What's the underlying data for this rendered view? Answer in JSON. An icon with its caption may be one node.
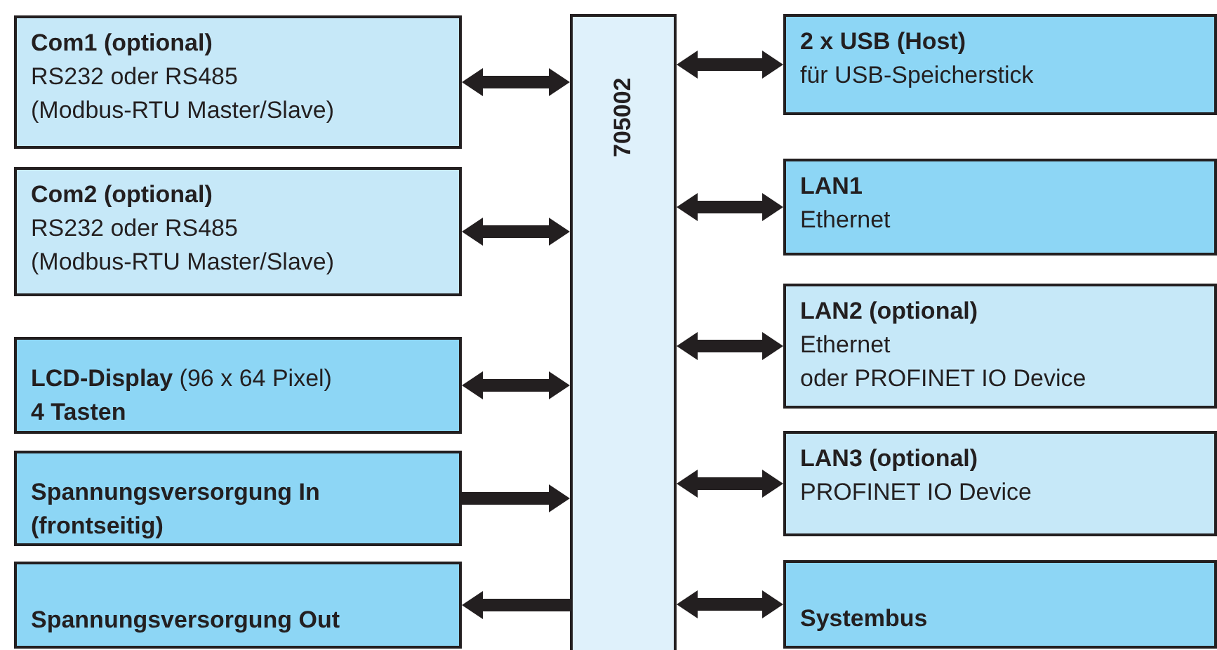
{
  "diagram": {
    "nodes": [
      {
        "text": [
          "705002"
        ]
      },
      {
        "text": [
          "Com1 (optional)",
          "RS232 oder RS485",
          "(Modbus-RTU Master/Slave)"
        ]
      },
      {
        "text": [
          "Com2 (optional)",
          "RS232 oder RS485",
          "(Modbus-RTU Master/Slave)"
        ]
      },
      {
        "text": [
          "**LCD-Display** (96 x 64 Pixel)",
          "4 Tasten"
        ]
      },
      {
        "text": [
          "Spannungsversorgung In (frontseitig)"
        ]
      },
      {
        "text": [
          "Spannungsversorgung Out"
        ]
      },
      {
        "text": [
          "2 x USB (Host)",
          "für USB-Speicherstick"
        ]
      },
      {
        "text": [
          "LAN1",
          "Ethernet"
        ]
      },
      {
        "text": [
          "LAN2 (optional)",
          "Ethernet",
          "oder PROFINET IO Device"
        ]
      },
      {
        "text": [
          "LAN3 (optional)",
          "PROFINET IO Device"
        ]
      },
      {
        "text": [
          "Systembus"
        ]
      }
    ],
    "edges": [
      {
        "from": 1,
        "to": 0,
        "arrow": "both"
      },
      {
        "from": 2,
        "to": 0,
        "arrow": "both"
      },
      {
        "from": 3,
        "to": 0,
        "arrow": "both"
      },
      {
        "from": 4,
        "to": 0,
        "arrow": "to"
      },
      {
        "from": 0,
        "to": 5,
        "arrow": "to"
      },
      {
        "from": 0,
        "to": 6,
        "arrow": "both"
      },
      {
        "from": 0,
        "to": 7,
        "arrow": "both"
      },
      {
        "from": 0,
        "to": 8,
        "arrow": "both"
      },
      {
        "from": 0,
        "to": 9,
        "arrow": "both"
      },
      {
        "from": 0,
        "to": 10,
        "arrow": "both"
      }
    ]
  }
}
